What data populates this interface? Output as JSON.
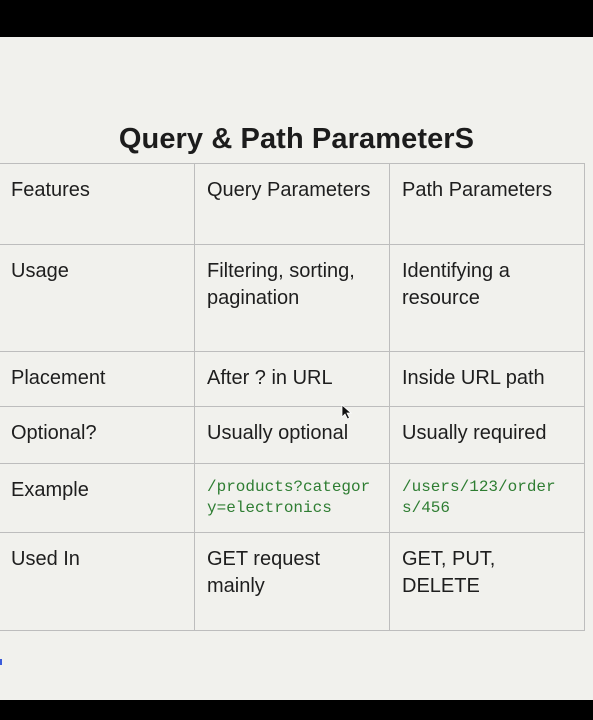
{
  "slide": {
    "title": "Query & Path ParameterS"
  },
  "table": {
    "header": [
      "Features",
      "Query Parameters",
      "Path Parameters"
    ],
    "rows": [
      [
        "Usage",
        "Filtering, sorting, pagination",
        "Identifying a resource"
      ],
      [
        "Placement",
        "After ? in URL",
        "Inside URL path"
      ],
      [
        "Optional?",
        "Usually optional",
        "Usually required"
      ],
      [
        "Example",
        "/products?category=electronics",
        "/users/123/orders/456"
      ],
      [
        "Used In",
        "GET request mainly",
        "GET, PUT, DELETE"
      ]
    ]
  },
  "colors": {
    "background": "#f1f1ed",
    "frame": "#000000",
    "text": "#1e1e1e",
    "code": "#2e7d32",
    "border": "#bdbdbd"
  },
  "icons": {
    "pointer": "mouse-pointer-icon"
  }
}
